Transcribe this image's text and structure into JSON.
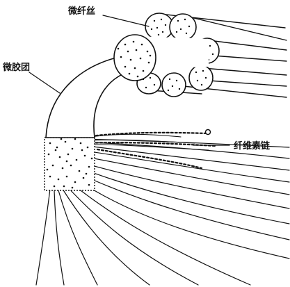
{
  "labels": {
    "microfibril": "微纤丝",
    "micelle": "微胶团",
    "fiber_bundle_chain": "纤维素链"
  },
  "colors": {
    "ink": "#111111",
    "paper": "#ffffff"
  }
}
